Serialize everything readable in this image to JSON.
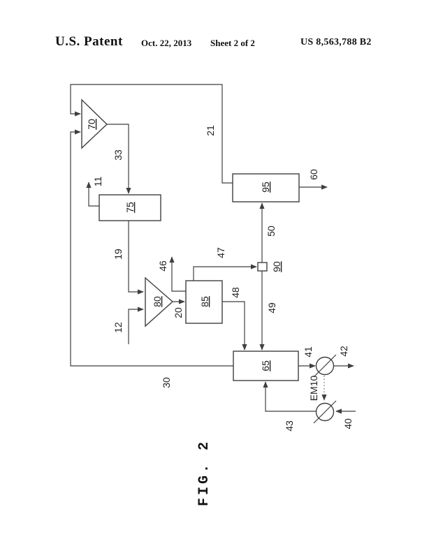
{
  "header": {
    "title": "U.S. Patent",
    "date": "Oct. 22, 2013",
    "sheet": "Sheet 2 of 2",
    "patent_number": "US 8,563,788 B2"
  },
  "figure": {
    "caption": "FIG. 2",
    "component_labels": {
      "c70": "70",
      "c75": "75",
      "c80": "80",
      "c85": "85",
      "c90": "90",
      "c95": "95",
      "c65": "65"
    },
    "stream_labels": {
      "s11": "11",
      "s12": "12",
      "s19": "19",
      "s20": "20",
      "s21": "21",
      "s30": "30",
      "s33": "33",
      "s40": "40",
      "s41": "41",
      "s42": "42",
      "s43": "43",
      "s46": "46",
      "s47": "47",
      "s48": "48",
      "s49": "49",
      "s50": "50",
      "s60": "60",
      "em10": "EM10"
    },
    "colors": {
      "line": "#3f3f3f",
      "text": "#1f1f1f",
      "background": "#ffffff"
    }
  }
}
